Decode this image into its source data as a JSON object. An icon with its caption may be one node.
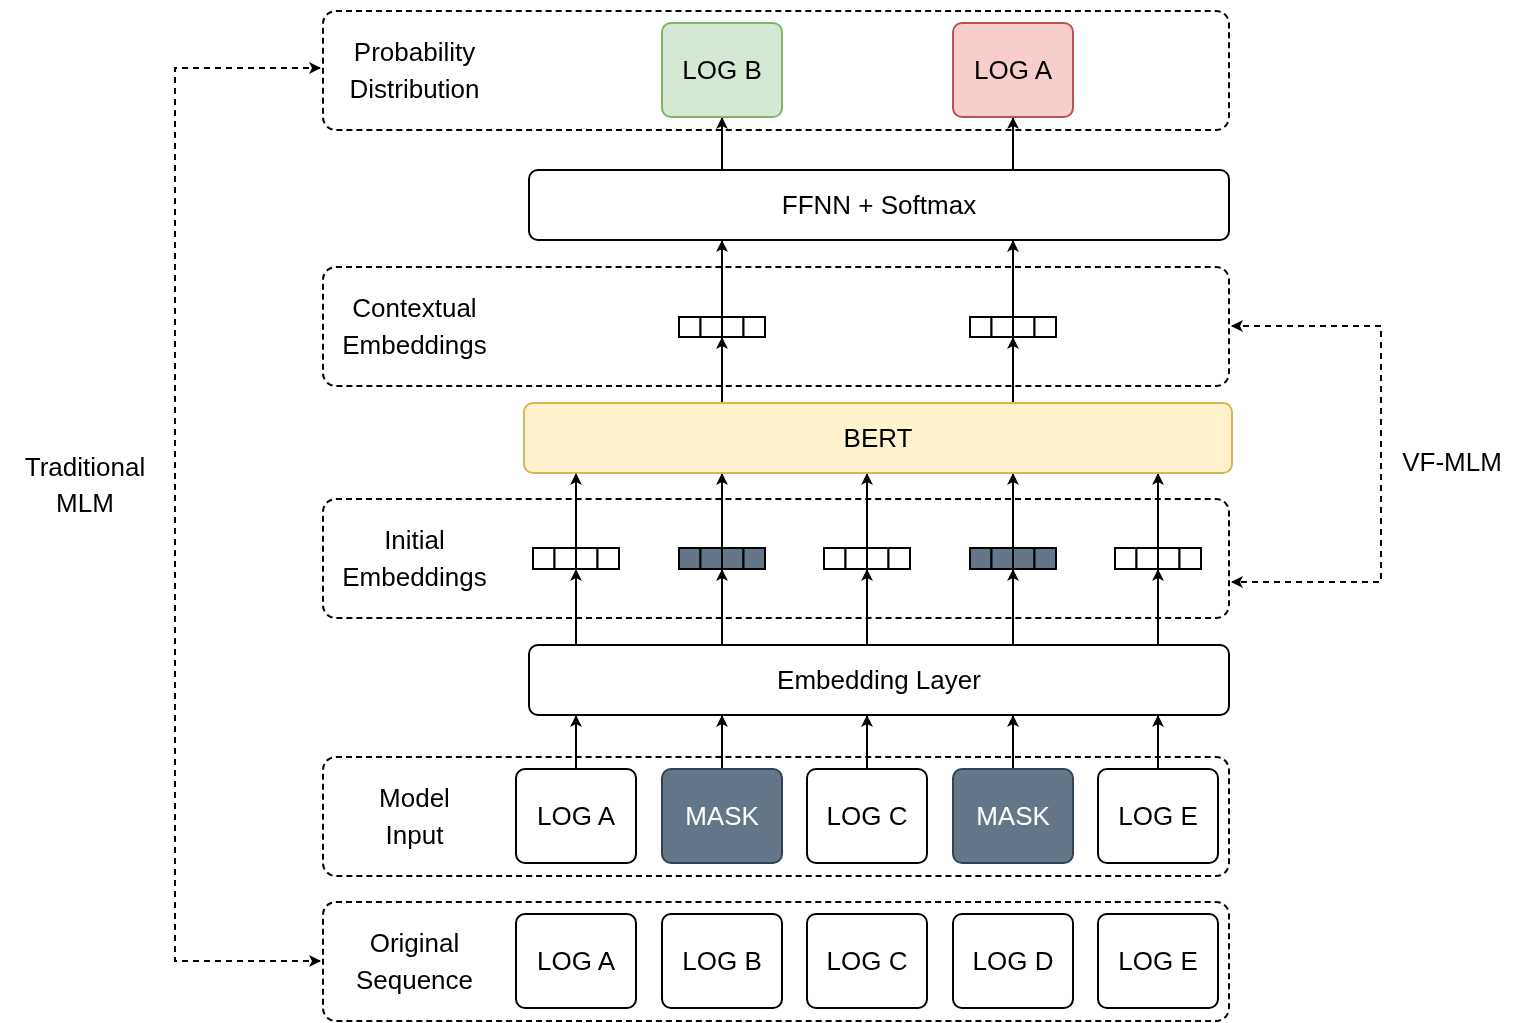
{
  "diagram": {
    "nodes": [
      {
        "text": [
          "Probability Distribution"
        ]
      },
      {
        "text": [
          "LOG B"
        ],
        "in": 0
      },
      {
        "text": [
          "LOG A"
        ],
        "in": 0
      },
      {
        "text": [
          "FFNN + Softmax"
        ]
      },
      {
        "text": [
          "Contextual Embeddings"
        ]
      },
      {
        "text": [],
        "shape": "bar",
        "in": 4
      },
      {
        "text": [],
        "shape": "bar",
        "in": 4
      },
      {
        "text": [
          "BERT"
        ]
      },
      {
        "text": [
          "Initial Embeddings"
        ]
      },
      {
        "text": [],
        "shape": "bar",
        "in": 8
      },
      {
        "text": [],
        "shape": "bar",
        "in": 8
      },
      {
        "text": [],
        "shape": "bar",
        "in": 8
      },
      {
        "text": [],
        "shape": "bar",
        "in": 8
      },
      {
        "text": [],
        "shape": "bar",
        "in": 8
      },
      {
        "text": [
          "Embedding Layer"
        ]
      },
      {
        "text": [
          "Model Input"
        ]
      },
      {
        "text": [
          "LOG A"
        ],
        "in": 15
      },
      {
        "text": [
          "MASK"
        ],
        "in": 15
      },
      {
        "text": [
          "LOG C"
        ],
        "in": 15
      },
      {
        "text": [
          "MASK"
        ],
        "in": 15
      },
      {
        "text": [
          "LOG E"
        ],
        "in": 15
      },
      {
        "text": [
          "Original Sequence"
        ]
      },
      {
        "text": [
          "LOG A"
        ],
        "in": 21
      },
      {
        "text": [
          "LOG B"
        ],
        "in": 21
      },
      {
        "text": [
          "LOG C"
        ],
        "in": 21
      },
      {
        "text": [
          "LOG D"
        ],
        "in": 21
      },
      {
        "text": [
          "LOG E"
        ],
        "in": 21
      }
    ],
    "edges": [
      {
        "from": 3,
        "to": 1,
        "arrow": "to"
      },
      {
        "from": 3,
        "to": 2,
        "arrow": "to"
      },
      {
        "from": 5,
        "to": 3,
        "arrow": "to"
      },
      {
        "from": 6,
        "to": 3,
        "arrow": "to"
      },
      {
        "from": 7,
        "to": 5,
        "arrow": "to"
      },
      {
        "from": 7,
        "to": 6,
        "arrow": "to"
      },
      {
        "from": 9,
        "to": 7,
        "arrow": "to"
      },
      {
        "from": 10,
        "to": 7,
        "arrow": "to"
      },
      {
        "from": 11,
        "to": 7,
        "arrow": "to"
      },
      {
        "from": 12,
        "to": 7,
        "arrow": "to"
      },
      {
        "from": 13,
        "to": 7,
        "arrow": "to"
      },
      {
        "from": 14,
        "to": 9,
        "arrow": "to"
      },
      {
        "from": 14,
        "to": 10,
        "arrow": "to"
      },
      {
        "from": 14,
        "to": 11,
        "arrow": "to"
      },
      {
        "from": 14,
        "to": 12,
        "arrow": "to"
      },
      {
        "from": 14,
        "to": 13,
        "arrow": "to"
      },
      {
        "from": 16,
        "to": 14,
        "arrow": "to"
      },
      {
        "from": 17,
        "to": 14,
        "arrow": "to"
      },
      {
        "from": 18,
        "to": 14,
        "arrow": "to"
      },
      {
        "from": 19,
        "to": 14,
        "arrow": "to"
      },
      {
        "from": 20,
        "to": 14,
        "arrow": "to"
      },
      {
        "from": 0,
        "to": 21,
        "arrow": "both",
        "style": "dashed",
        "label": "Traditional MLM"
      },
      {
        "from": 4,
        "to": 8,
        "arrow": "both",
        "style": "dashed",
        "label": "VF-MLM"
      }
    ]
  }
}
